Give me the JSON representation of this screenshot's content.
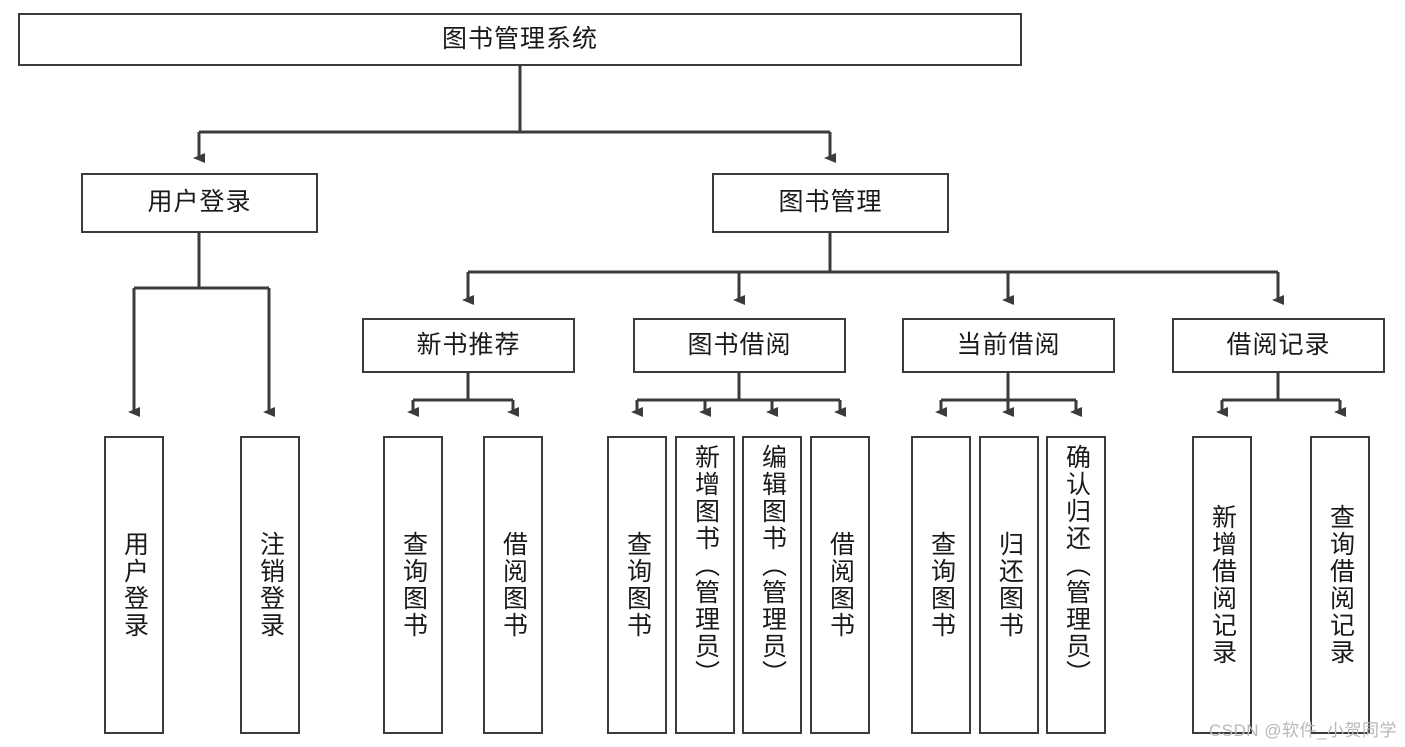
{
  "diagram": {
    "type": "tree-hierarchy-chart",
    "title": "图书管理系统",
    "line_color": "#3b3b3b",
    "box_fill": "#ffffff",
    "text_color": "#1a1a1a",
    "root": {
      "label": "图书管理系统"
    },
    "level2": [
      {
        "label": "用户登录"
      },
      {
        "label": "图书管理"
      }
    ],
    "level3": [
      {
        "label": "新书推荐"
      },
      {
        "label": "图书借阅"
      },
      {
        "label": "当前借阅"
      },
      {
        "label": "借阅记录"
      }
    ],
    "leaves": {
      "user_login": [
        {
          "label": "用户登录"
        },
        {
          "label": "注销登录"
        }
      ],
      "new_book_recommend": [
        {
          "label": "查询图书"
        },
        {
          "label": "借阅图书"
        }
      ],
      "book_borrow": [
        {
          "label": "查询图书"
        },
        {
          "label": "新增图书（管理员）"
        },
        {
          "label": "编辑图书（管理员）"
        },
        {
          "label": "借阅图书"
        }
      ],
      "current_borrow": [
        {
          "label": "查询图书"
        },
        {
          "label": "归还图书"
        },
        {
          "label": "确认归还（管理员）"
        }
      ],
      "borrow_record": [
        {
          "label": "新增借阅记录"
        },
        {
          "label": "查询借阅记录"
        }
      ]
    }
  },
  "watermark": {
    "text": "CSDN @软件_小贺同学"
  }
}
